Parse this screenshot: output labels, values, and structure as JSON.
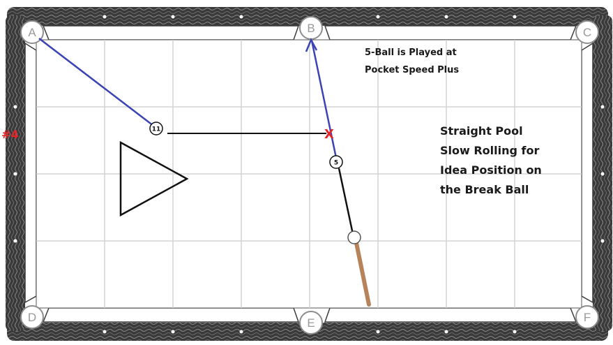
{
  "diagram_number": "#4",
  "title_lines": [
    "Straight Pool",
    "Slow Rolling for",
    "Idea Position on",
    "the Break Ball"
  ],
  "note_lines": [
    "5-Ball is Played at",
    "Pocket Speed Plus"
  ],
  "pockets": {
    "a": "A",
    "b": "B",
    "c": "C",
    "d": "D",
    "e": "E",
    "f": "F"
  },
  "balls": {
    "eleven": "11",
    "five": "5"
  },
  "contact_mark": "X",
  "colors": {
    "number_label": "#e3262a",
    "contact_mark": "#e3262a",
    "path_line": "#3b43b5",
    "cue_stick": "#b7835a",
    "rail": "#3c3c3c"
  }
}
